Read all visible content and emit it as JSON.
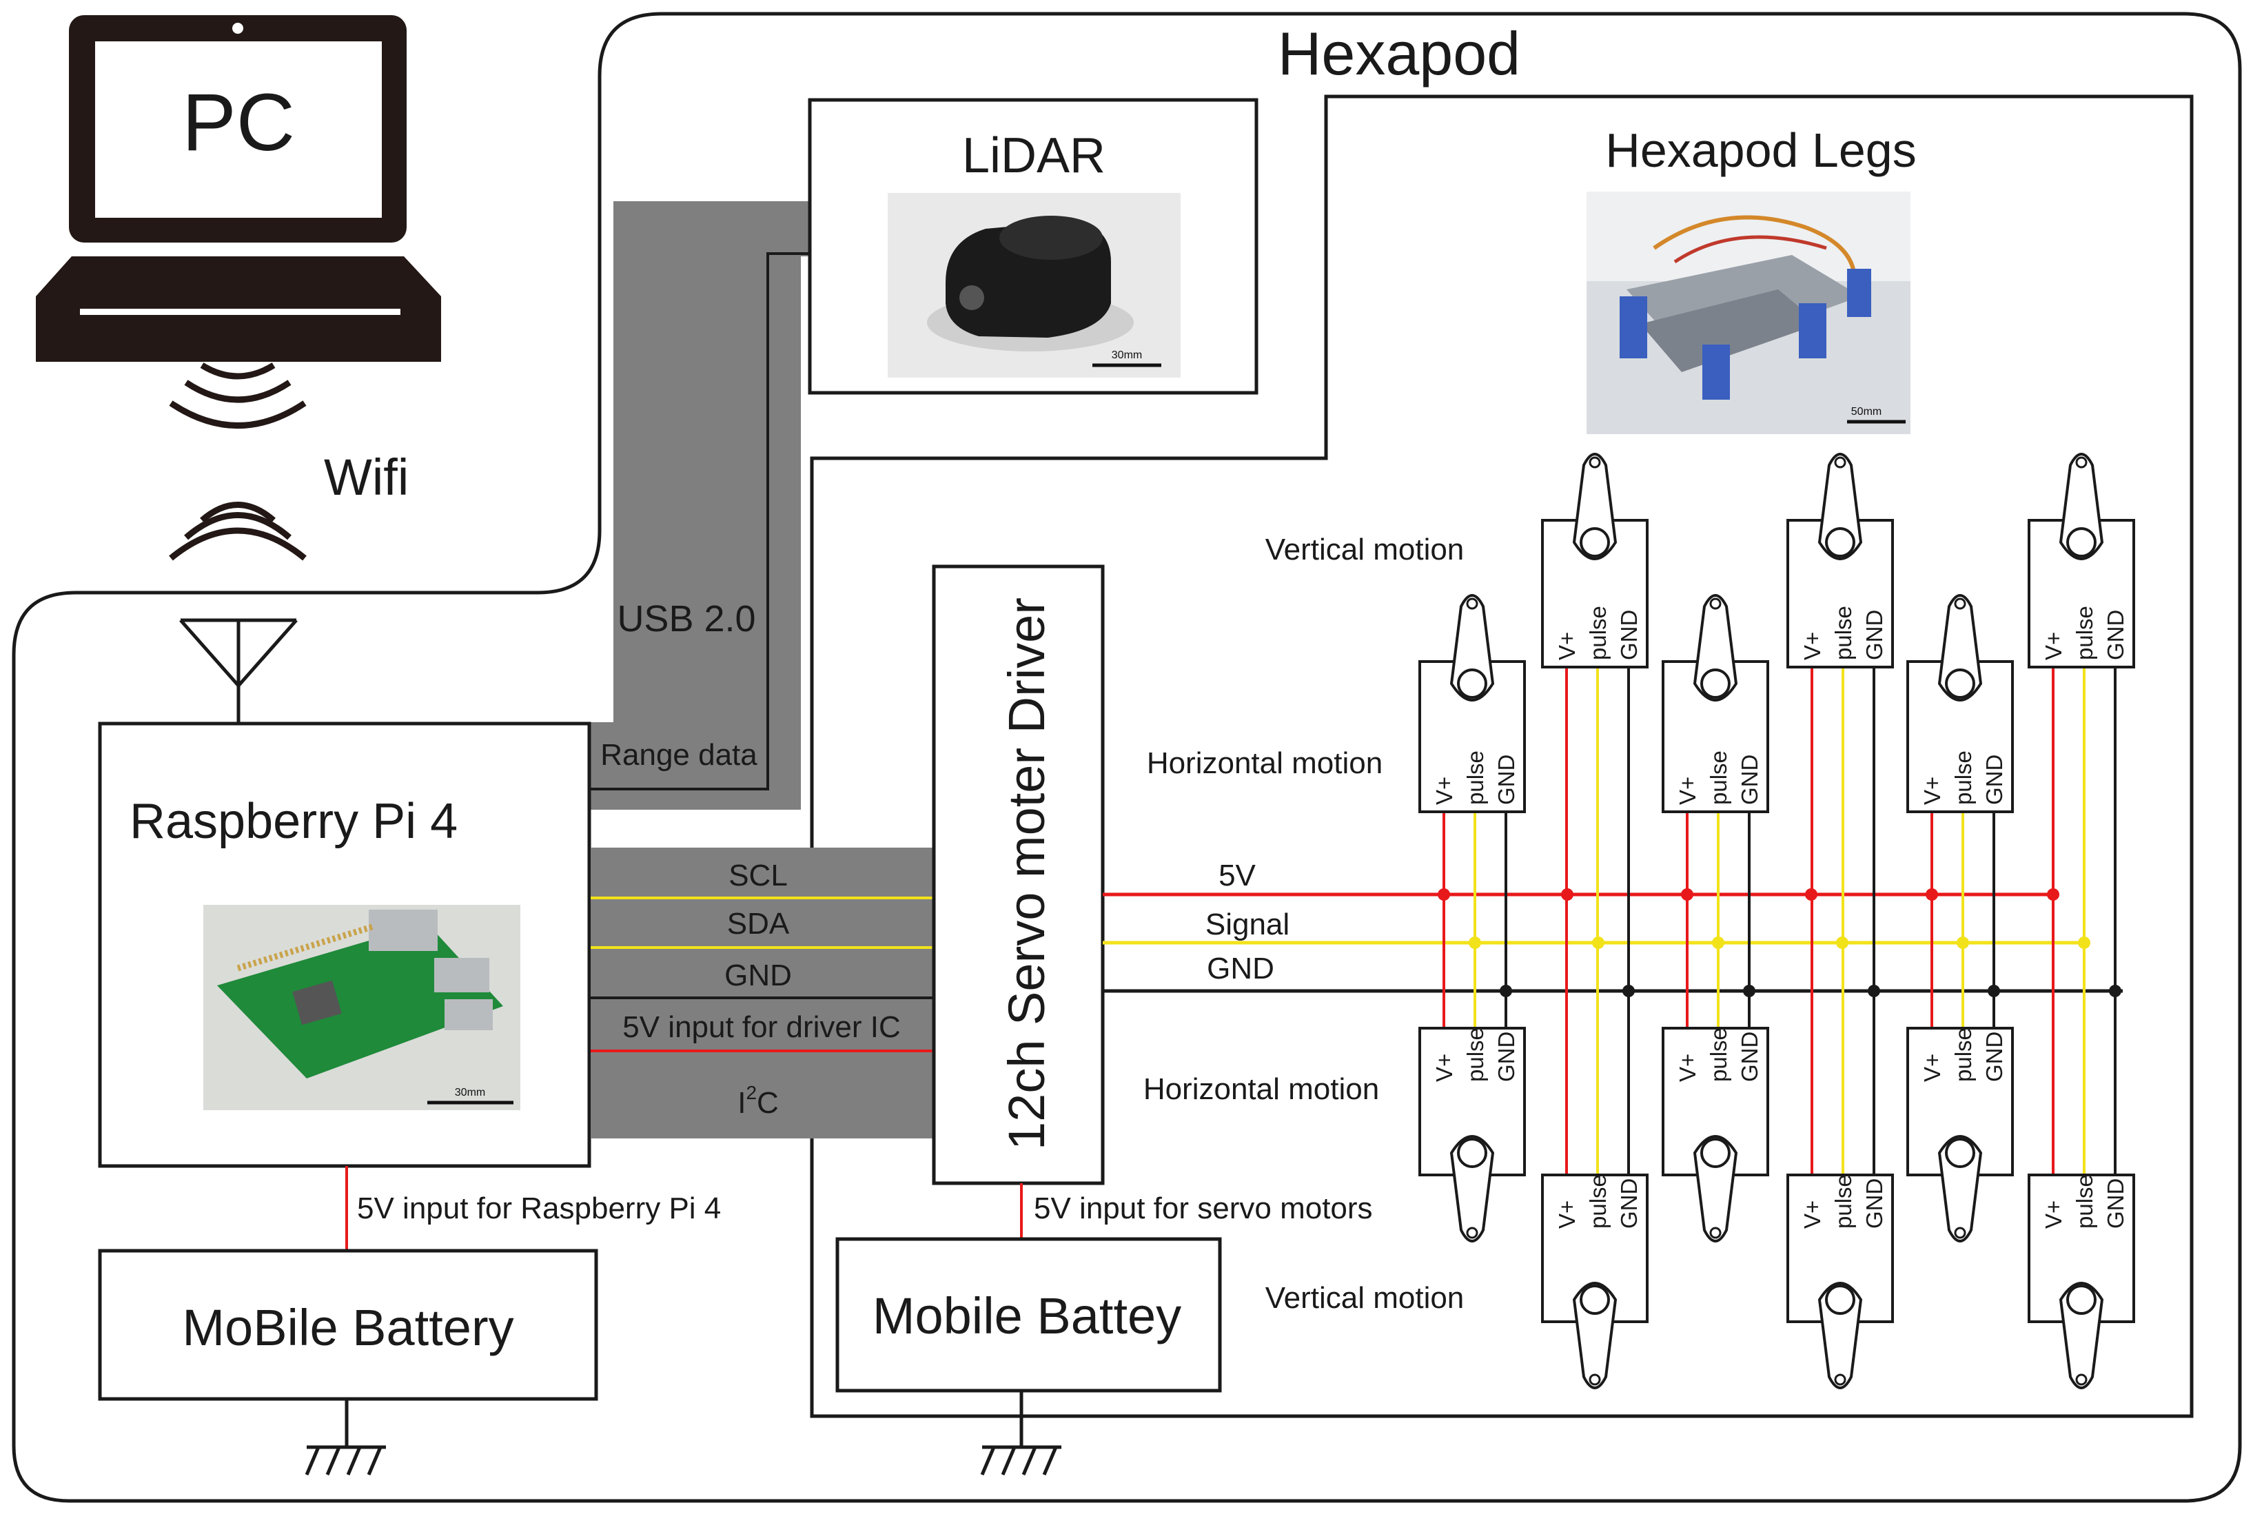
{
  "colors": {
    "red": "#e8191b",
    "yellow": "#f2e21a",
    "black": "#1a1a1a",
    "bus_grey": "#7f7f7f"
  },
  "pc": {
    "label": "PC"
  },
  "wifi": {
    "label": "Wifi"
  },
  "hexapod": {
    "title": "Hexapod"
  },
  "lidar": {
    "title": "LiDAR",
    "scale": "30mm"
  },
  "legs": {
    "title": "Hexapod Legs",
    "scale": "50mm"
  },
  "usb": {
    "label": "USB 2.0",
    "range": "Range data"
  },
  "rpi": {
    "title": "Raspberry Pi 4",
    "scale": "30mm"
  },
  "bus": {
    "scl": "SCL",
    "sda": "SDA",
    "gnd": "GND",
    "v5_driver": "5V input for driver IC",
    "i2c_main": "I",
    "i2c_sup": "2",
    "i2c_tail": "C"
  },
  "driver": {
    "title": "12ch Servo moter Driver"
  },
  "power_lines": {
    "v5": "5V",
    "signal": "Signal",
    "gnd": "GND"
  },
  "motion": {
    "vertical_top": "Vertical motion",
    "horizontal_top": "Horizontal motion",
    "horizontal_bottom": "Horizontal motion",
    "vertical_bottom": "Vertical motion"
  },
  "servo_pins": {
    "vplus": "V+",
    "pulse": "pulse",
    "gnd": "GND"
  },
  "batteries": {
    "left": "MoBile Battery",
    "left_input": "5V input for Raspberry Pi 4",
    "right": "Mobile Battey",
    "right_input": "5V input for servo motors"
  }
}
